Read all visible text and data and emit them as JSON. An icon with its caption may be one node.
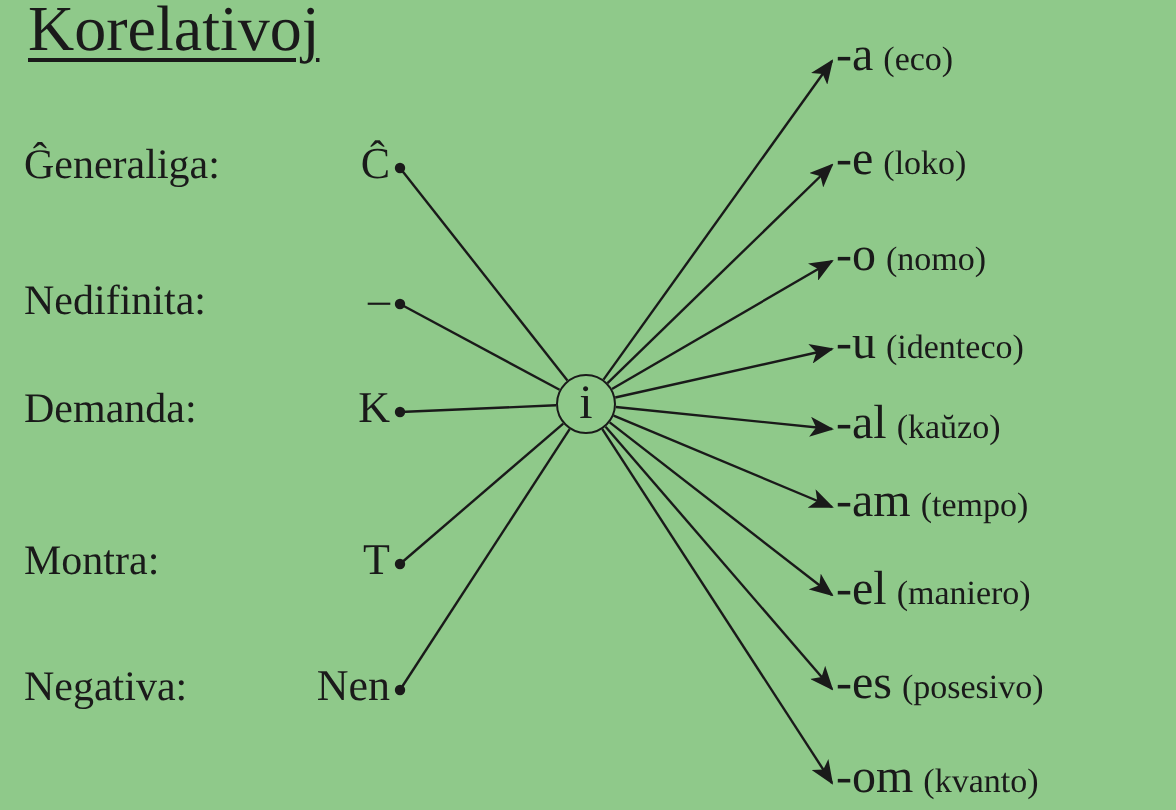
{
  "diagram": {
    "title": "Korelativoj",
    "nodes": [
      {
        "text": [
          "Ĉ"
        ]
      },
      {
        "text": [
          "–"
        ]
      },
      {
        "text": [
          "K"
        ]
      },
      {
        "text": [
          "T"
        ]
      },
      {
        "text": [
          "Nen"
        ]
      },
      {
        "text": [
          "i"
        ]
      },
      {
        "text": [
          "-a",
          "(eco)"
        ]
      },
      {
        "text": [
          "-e",
          "(loko)"
        ]
      },
      {
        "text": [
          "-o",
          "(nomo)"
        ]
      },
      {
        "text": [
          "-u",
          "(identeco)"
        ]
      },
      {
        "text": [
          "-al",
          "(kaŭzo)"
        ]
      },
      {
        "text": [
          "-am",
          "(tempo)"
        ]
      },
      {
        "text": [
          "-el",
          "(maniero)"
        ]
      },
      {
        "text": [
          "-es",
          "(posesivo)"
        ]
      },
      {
        "text": [
          "-om",
          "(kvanto)"
        ]
      }
    ],
    "edges": [
      {
        "from": 0,
        "to": 5,
        "arrow": "other"
      },
      {
        "from": 1,
        "to": 5,
        "arrow": "other"
      },
      {
        "from": 2,
        "to": 5,
        "arrow": "other"
      },
      {
        "from": 3,
        "to": 5,
        "arrow": "other"
      },
      {
        "from": 4,
        "to": 5,
        "arrow": "other"
      },
      {
        "from": 5,
        "to": 6,
        "arrow": "to"
      },
      {
        "from": 5,
        "to": 7,
        "arrow": "to"
      },
      {
        "from": 5,
        "to": 8,
        "arrow": "to"
      },
      {
        "from": 5,
        "to": 9,
        "arrow": "to"
      },
      {
        "from": 5,
        "to": 10,
        "arrow": "to"
      },
      {
        "from": 5,
        "to": 11,
        "arrow": "to"
      },
      {
        "from": 5,
        "to": 12,
        "arrow": "to"
      },
      {
        "from": 5,
        "to": 13,
        "arrow": "to"
      },
      {
        "from": 5,
        "to": 14,
        "arrow": "to"
      }
    ],
    "labels": [
      "Ĝeneraliga:",
      "Nedifinita:",
      "Demanda:",
      "Montra:",
      "Negativa:"
    ]
  }
}
